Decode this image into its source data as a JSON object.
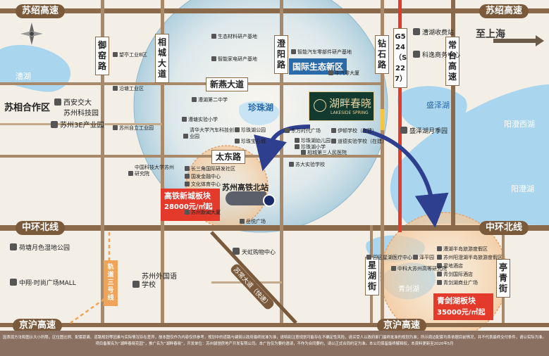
{
  "roads": {
    "suzhou_shaoxing": "苏绍高速",
    "suzhou_shaoxing_right": "苏绍高速",
    "to_shanghai": "至上海",
    "yuxi": "御窑路",
    "xiangcheng": "相城大道",
    "chengyang": "澄阳路",
    "zuanshi": "钻石路",
    "g524": "G524（S227）",
    "changtai": "常台高速",
    "xinyan": "新燕大道",
    "taidong": "太东路",
    "zhonghuan_left": "中环北线",
    "zhonghuan_right": "中环北线",
    "xingqu": "星湖街",
    "tinghu": "亭青街",
    "jinghu_left": "京沪高速",
    "jinghu_right": "京沪高速",
    "metro_line": "轨道三号线",
    "suchang": "苏常大道（快速）"
  },
  "areas": {
    "intl_eco": "国际生态新区",
    "zhenzhu_lake": "珍珠湖",
    "suxiang_coop": "苏相合作区",
    "xian_jiaoda": "西安交大",
    "suzhou_tech": "苏州科技园",
    "suzhou_3e": "苏州3E产业园",
    "kehu_lake": "漕湖",
    "shengze_lake": "盛泽湖",
    "yangcheng_west": "阳澄西湖",
    "yangcheng": "阳澄湖",
    "qingjian_lake": "青剑湖",
    "suzhou_hsr_north": "苏州高铁北站"
  },
  "project": {
    "name_cn": "湖畔春晓",
    "name_en": "LAKESIDE SPRING"
  },
  "plates": {
    "hsr": {
      "title": "高铁新城板块",
      "price": "28000元/㎡起"
    },
    "qingjian": {
      "title": "青剑湖板块",
      "price": "35000元/㎡起"
    }
  },
  "pois": [
    "生态材料研产基地",
    "智能家电研产基地",
    "智能汽车零部件研产基地",
    "中汽零大厦",
    "漕湖第二中学",
    "漕塘实验小学",
    "清华大学汽车科技创业园",
    "珍珠湖公园",
    "珍珠宝石城",
    "东方时代广场",
    "伊顿学校（在建）",
    "珍珠湖幼儿园",
    "珍珠湖小学",
    "道德实验学校（在建）",
    "相城第三人民医院",
    "苏大实验学校",
    "中国科技大学苏州研究院",
    "长三角国际研发社区",
    "国发金融中心",
    "文化体育中心",
    "苏州新闻大厦",
    "岳悦广场",
    "天虹购物中心",
    "苏州外国语学校",
    "荷塘月色湿地公园",
    "中翔·时尚广场MALL",
    "漕湖收费站",
    "科逸商务中心",
    "盛泽湖月季园",
    "望亭工业B区",
    "沿塘工业区",
    "苏州自立工业园",
    "园区星湖医疗中心",
    "泽平园",
    "漕湖半岛旅游度假区",
    "苏州阳澄湖半岛旅游度假区",
    "君地酒店",
    "青剑国际酒店",
    "青剑湖商业广场",
    "中科大苏州高等研究院"
  ],
  "footer": {
    "line1": "因表现方法和图示大小所限，区位图比例、配套距离、道路规划等因素与实际情况存在差异，故本图仅作为内容仅供参考，规划中的道路与建筑以政府最终批准为准，请特别注意规划可能存在不确定性风险，请买受人以政府部门最终批准的规划为准；所示周边配套均系依据目前情况，并不代表最终交付条件，请以实际为准。",
    "line2": "项目备案名为“湖畔春晓花园”，推广名为“湖畔春晓”，开发单位：苏州骏驰房地产开发有限公司。本广告仅为要约邀请，不作为合同要约，请以正式合同约定为准。本公司保留最终解释权，本资料更新至2020年5月"
  }
}
